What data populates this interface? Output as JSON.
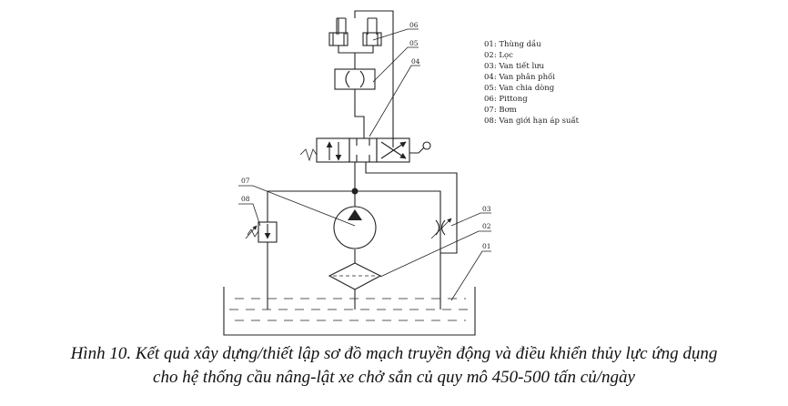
{
  "callouts": {
    "c01": "01",
    "c02": "02",
    "c03": "03",
    "c04": "04",
    "c05": "05",
    "c06": "06",
    "c07": "07",
    "c08": "08"
  },
  "legend": [
    "01: Thùng dầu",
    "02: Lọc",
    "03: Van tiết lưu",
    "04: Van phân phối",
    "05: Van chia dòng",
    "06: Pittong",
    "07: Bơm",
    "08: Van giới hạn áp suất"
  ],
  "caption": {
    "line1": "Hình 10. Kết quả xây dựng/thiết lập sơ đồ mạch truyền động và điều khiển thủy lực ứng dụng",
    "line2": "cho hệ thống cầu nâng-lật xe chở sắn củ quy mô 450-500 tấn củ/ngày"
  },
  "colors": {
    "line": "#222222",
    "background": "#ffffff"
  }
}
